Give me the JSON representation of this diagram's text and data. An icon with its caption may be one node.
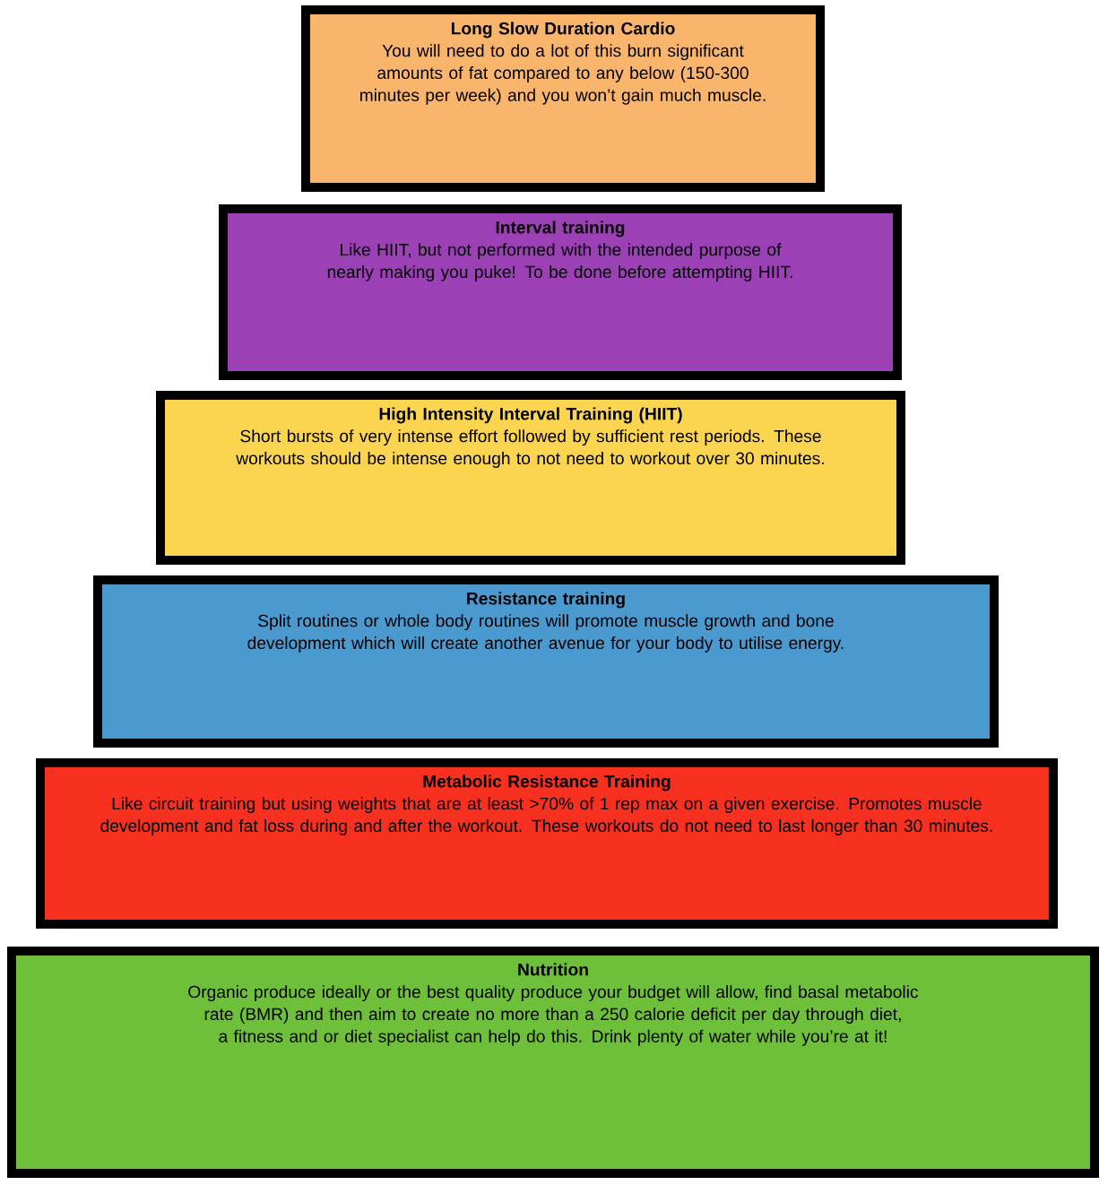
{
  "diagram": {
    "nodes": [
      {
        "text": [
          "Long Slow Duration Cardio",
          "You will need to do a lot of this burn significant amounts of fat compared to any below (150-300 minutes per week) and you won’t gain much muscle."
        ]
      },
      {
        "text": [
          "Interval training",
          "Like HIIT, but not performed with the intended purpose of nearly making you puke! To be done before attempting HIIT."
        ]
      },
      {
        "text": [
          "High Intensity Interval Training (HIIT)",
          "Short bursts of very intense effort followed by sufficient rest periods.  These workouts should be intense enough to not need to workout over 30 minutes."
        ]
      },
      {
        "text": [
          "Resistance training",
          "Split routines or whole body routines will promote muscle growth and bone development which will create another avenue for your body to utilise energy."
        ]
      },
      {
        "text": [
          "Metabolic Resistance Training",
          "Like circuit training but using weights that are at least >70% of 1 rep max on a given exercise. Promotes muscle development and fat loss during and after the workout. These workouts do not need to last longer than 30 minutes."
        ]
      },
      {
        "text": [
          "Nutrition",
          "Organic produce ideally or the best quality produce your budget will allow, find basal metabolic rate (BMR) and then aim to create no more than a 250 calorie deficit per day through diet, a fitness and or diet specialist can help do this. Drink plenty of water while you’re at it!"
        ]
      }
    ]
  }
}
